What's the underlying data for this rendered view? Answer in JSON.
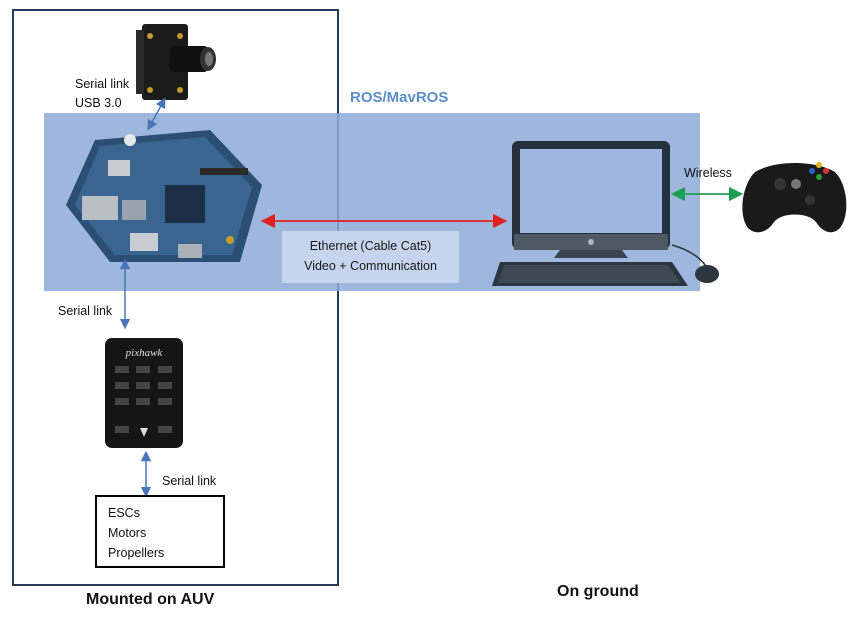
{
  "diagram": {
    "ros_label": "ROS/MavROS",
    "camera_link": {
      "line1": "Serial link",
      "line2": "USB 3.0"
    },
    "board_pixhawk_link": "Serial link",
    "pixhawk_esc_link": "Serial link",
    "ethernet": {
      "line1": "Ethernet (Cable Cat5)",
      "line2": "Video + Communication"
    },
    "wireless_label": "Wireless",
    "esc_box": {
      "line1": "ESCs",
      "line2": "Motors",
      "line3": "Propellers"
    },
    "auv_label": "Mounted on AUV",
    "ground_label": "On ground",
    "pixhawk_logo_text": "pixhawk"
  },
  "colors": {
    "ros_band": "#8eaad8",
    "ros_text": "#5b8fc9",
    "auv_border": "#243b57",
    "ethernet_arrow": "#e02020",
    "wireless_arrow": "#1f9d55",
    "serial_arrow": "#4a74b8"
  },
  "icons": [
    "camera-module-icon",
    "single-board-computer-icon",
    "pixhawk-controller-icon",
    "desktop-computer-icon",
    "keyboard-icon",
    "mouse-icon",
    "gamepad-icon"
  ]
}
